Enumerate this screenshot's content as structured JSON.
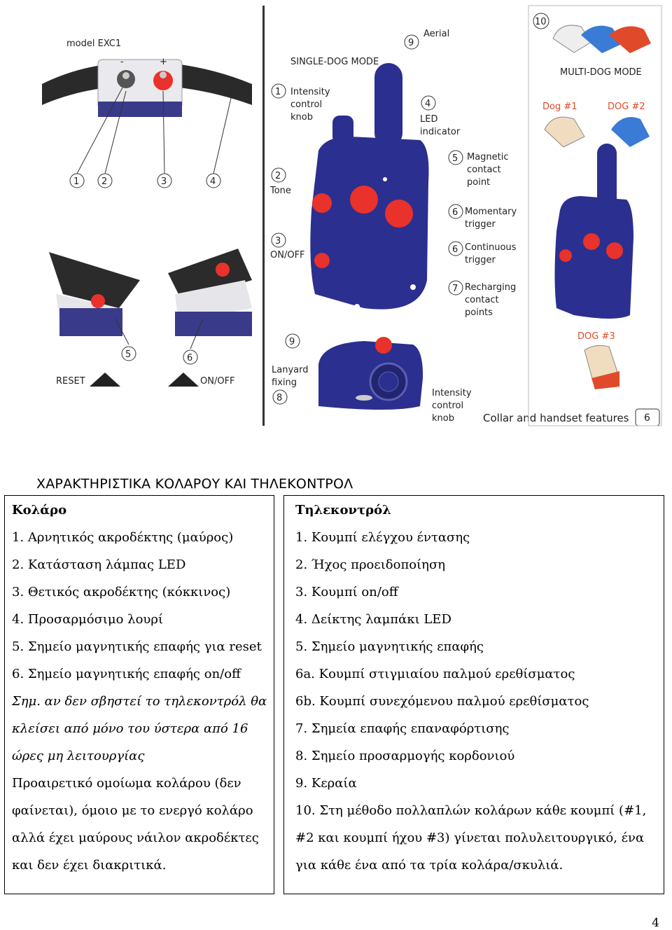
{
  "figure": {
    "model": "model EXC1",
    "collar_numbers": [
      "1",
      "2",
      "3",
      "4"
    ],
    "plus_minus": [
      "-",
      "+"
    ],
    "reset_label": "RESET",
    "onoff_label": "ON/OFF",
    "marker5": "5",
    "marker6": "6",
    "single_dog_mode": "SINGLE-DOG MODE",
    "multi_dog_mode": "MULTI-DOG MODE",
    "aerial": "Aerial",
    "intensity_knob": [
      "Intensity",
      "control",
      "knob"
    ],
    "tone": "Tone",
    "onoff_small": "ON/OFF",
    "led": [
      "LED",
      "indicator"
    ],
    "magnetic": [
      "Magnetic",
      "contact",
      "point"
    ],
    "momentary": [
      "Momentary",
      "trigger"
    ],
    "continuous": [
      "Continuous",
      "trigger"
    ],
    "recharging": [
      "Recharging",
      "contact",
      "points"
    ],
    "lanyard": [
      "Lanyard",
      "fixing"
    ],
    "intensity_bottom": [
      "Intensity",
      "control",
      "knob"
    ],
    "dog1": "Dog #1",
    "dog2": "DOG #2",
    "dog3": "DOG #3",
    "caption": "Collar and handset features",
    "caption_num": "6",
    "numbers": {
      "n1": "1",
      "n2": "2",
      "n3": "3",
      "n4": "4",
      "n5": "5",
      "n6a": "6",
      "n6b": "6",
      "n7": "7",
      "n8": "8",
      "n9a": "9",
      "n9b": "9",
      "n10": "10"
    }
  },
  "title": "ΧΑΡΑΚΤΗΡΙΣΤΙΚΑ ΚΟΛΑΡΟΥ ΚΑΙ ΤΗΛΕΚΟΝΤΡΟΛ",
  "collar": {
    "heading": "Κολάρο",
    "items": [
      "1. Αρνητικός ακροδέκτης (μαύρος)",
      "2. Κατάσταση λάμπας LED",
      "3. Θετικός ακροδέκτης (κόκκινος)",
      "4. Προσαρμόσιμο λουρί",
      "5. Σημείο μαγνητικής επαφής για reset",
      "6. Σημείο μαγνητικής επαφής on/off"
    ],
    "note": [
      "Σημ. αν δεν σβηστεί το τηλεκοντρόλ  θα",
      "κλείσει από μόνο του ύστερα από 16",
      "ώρες μη λειτουργίας"
    ],
    "extra": [
      "Προαιρετικό ομοίωμα κολάρου (δεν",
      "φαίνεται), όμοιο με το ενεργό κολάρο",
      "αλλά έχει μαύρους νάιλον ακροδέκτες",
      "και δεν έχει διακριτικά."
    ]
  },
  "remote": {
    "heading": "Τηλεκοντρόλ",
    "items": [
      "1. Κουμπί ελέγχου έντασης",
      "2. Ήχος προειδοποίηση",
      "3. Κουμπί on/off",
      "4. Δείκτης λαμπάκι LED",
      "5. Σημείο μαγνητικής επαφής",
      "6a. Κουμπί στιγμιαίου παλμού ερεθίσματος",
      "6b. Κουμπί συνεχόμενου παλμού ερεθίσματος",
      "7. Σημεία επαφής επαναφόρτισης",
      "8. Σημείο προσαρμογής κορδονιού",
      "9. Κεραία",
      "10. Στη μέθοδο πολλαπλών κολάρων κάθε κουμπί (#1,",
      "#2 και κουμπί ήχου #3) γίνεται πολυλειτουργικό, ένα",
      "για κάθε ένα από τα τρία κολάρα/σκυλιά."
    ]
  },
  "page_number": "4",
  "colors": {
    "handset": "#2b2f8f",
    "button": "#e8322b",
    "dog_blue": "#3a7bd5",
    "dog_red": "#e04a2a"
  }
}
